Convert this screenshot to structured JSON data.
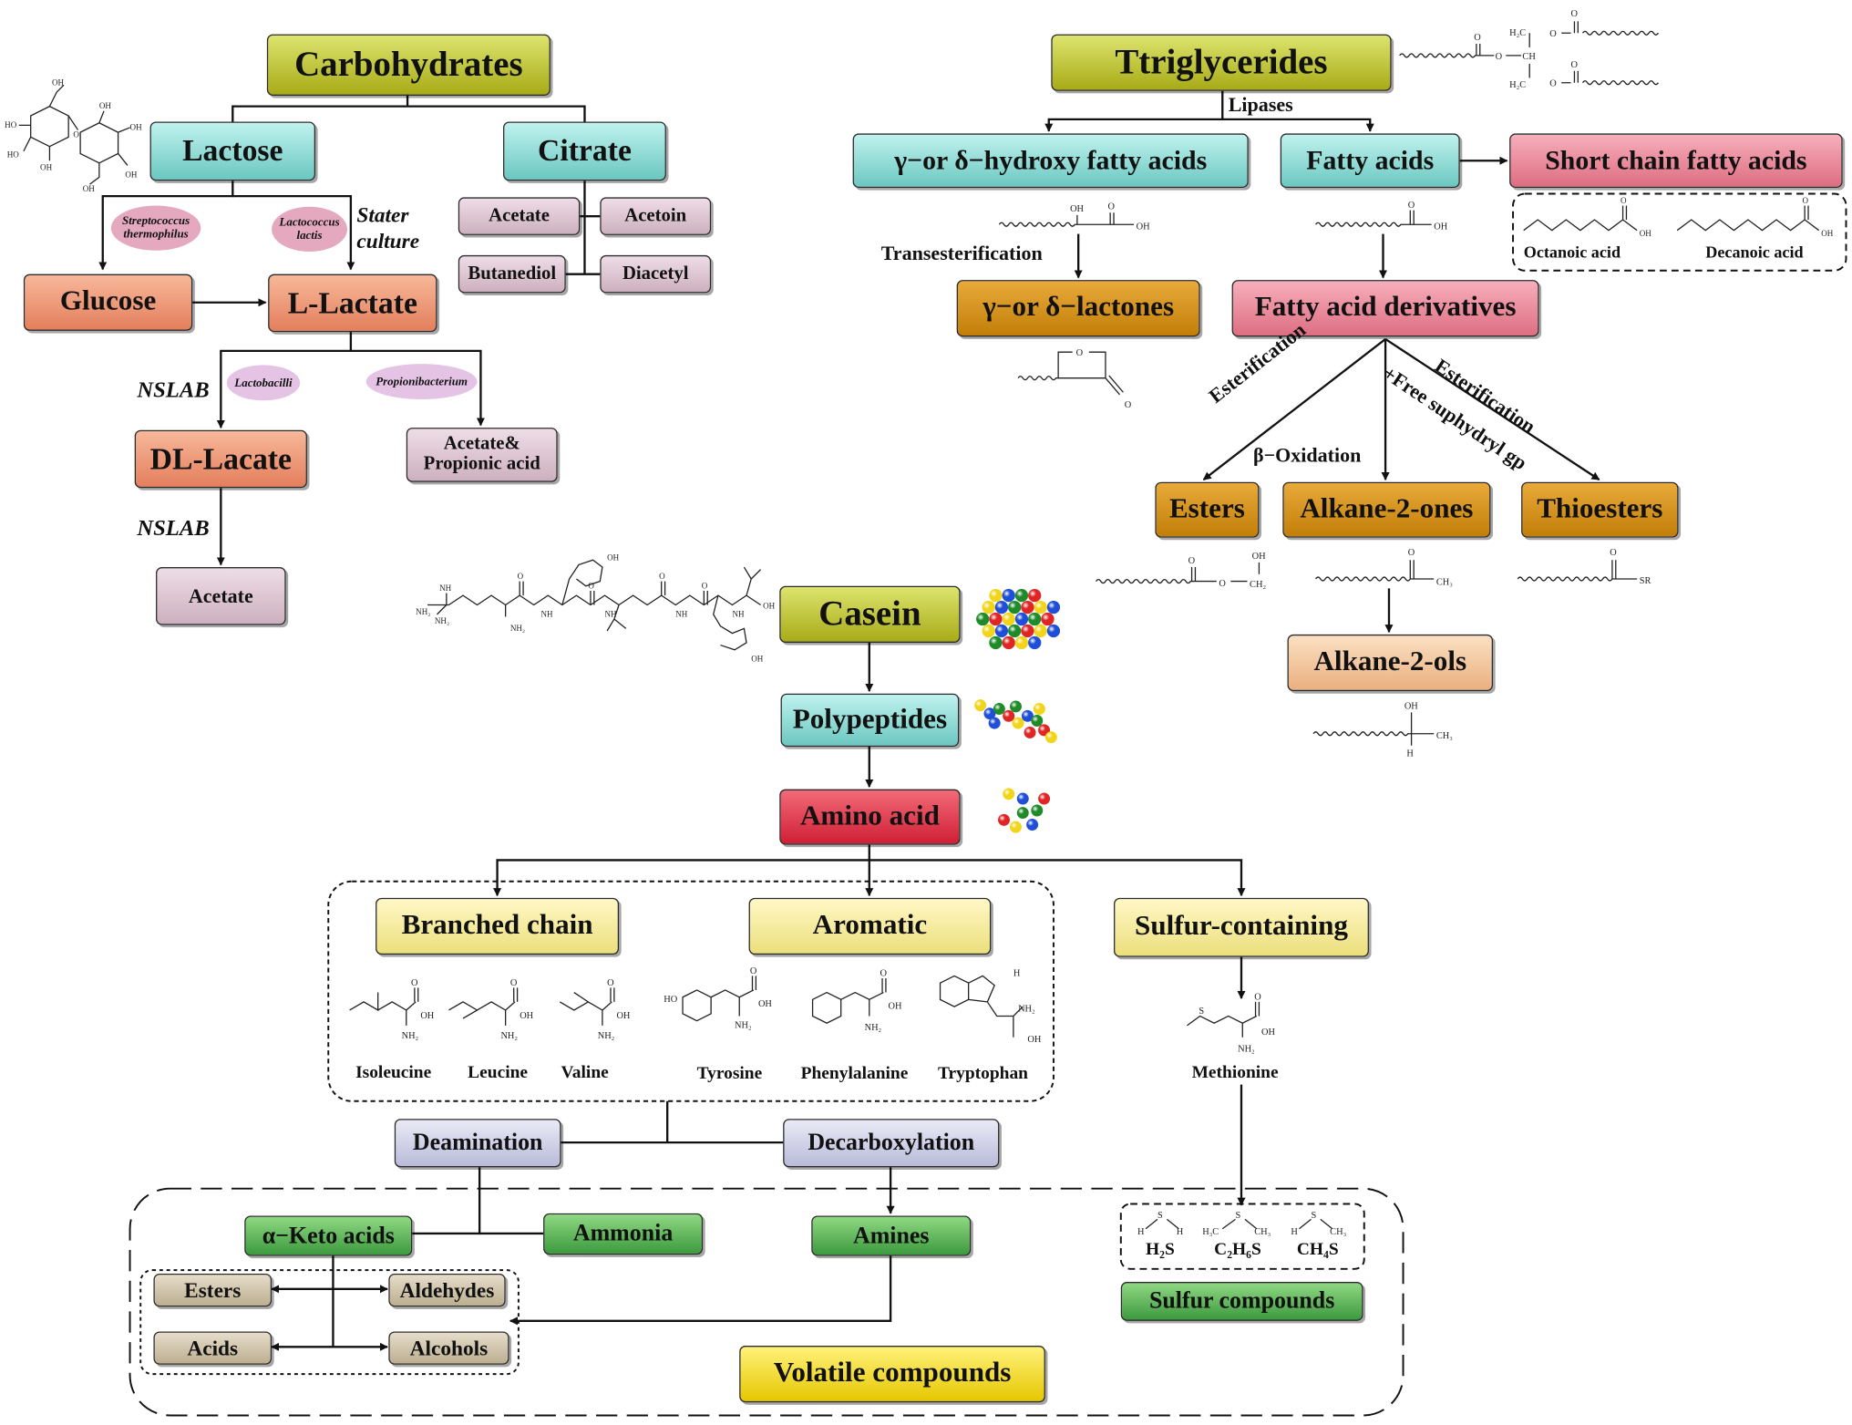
{
  "carbohydrates": {
    "root": "Carbohydrates",
    "lactose": "Lactose",
    "citrate": "Citrate",
    "citrate_products": [
      "Acetate",
      "Acetoin",
      "Butanediol",
      "Diacetyl"
    ],
    "bubble_streptococcus": "Streptococcus thermophilus",
    "bubble_lactococcus": "Lactococcus lactis",
    "stater_culture": "Stater culture",
    "glucose": "Glucose",
    "l_lactate": "L-Lactate",
    "nslab_1": "NSLAB",
    "nslab_2": "NSLAB",
    "bubble_lactobacilli": "Lactobacilli",
    "bubble_propionibacterium": "Propionibacterium",
    "dl_lactate": "DL-Lacate",
    "acetate_propionic": "Acetate& Propionic acid",
    "acetate": "Acetate"
  },
  "triglycerides": {
    "root": "Ttriglycerides",
    "lipases": "Lipases",
    "hydroxy_fatty_acids": "γ−or δ−hydroxy fatty acids",
    "fatty_acids": "Fatty acids",
    "short_chain": "Short  chain fatty acids",
    "octanoic": "Octanoic acid",
    "decanoic": "Decanoic acid",
    "transesterification": "Transesterification",
    "lactones": "γ−or δ−lactones",
    "derivatives": "Fatty acid derivatives",
    "esterification_left": "Esterification",
    "beta_oxidation": "β−Oxidation",
    "esterification_right": "Esterification",
    "free_sulphydryl": "+Free suphydryl gp",
    "esters": "Esters",
    "alkane_2_ones": "Alkane-2-ones",
    "thioesters": "Thioesters",
    "alkane_2_ols": "Alkane-2-ols"
  },
  "casein": {
    "root": "Casein",
    "polypeptides": "Polypeptides",
    "amino_acid": "Amino acid",
    "branched_chain": "Branched chain",
    "aromatic": "Aromatic",
    "sulfur_containing": "Sulfur-containing",
    "amino_names": [
      "Isoleucine",
      "Leucine",
      "Valine",
      "Tyrosine",
      "Phenylalanine",
      "Tryptophan"
    ],
    "methionine": "Methionine",
    "deamination": "Deamination",
    "decarboxylation": "Decarboxylation",
    "keto_acids": "α−Keto acids",
    "ammonia": "Ammonia",
    "amines": "Amines",
    "esters": "Esters",
    "aldehydes": "Aldehydes",
    "acids": "Acids",
    "alcohols": "Alcohols",
    "volatile_compounds": "Volatile compounds",
    "h2s": "H₂S",
    "c2h6s": "C₂H₆S",
    "ch4s": "CH₄S",
    "sulfur_compounds": "Sulfur compounds"
  },
  "structure_atoms": {
    "oh": "OH",
    "o": "O",
    "ho": "HO",
    "nh": "NH",
    "nh2": "NH₂",
    "h": "H",
    "s": "S",
    "sr": "SR",
    "ch2": "CH₂",
    "ch3": "CH₃",
    "ch": "CH",
    "h2c": "H₂C",
    "h3c": "H₃C"
  },
  "colors": {
    "olive": "#b9bd2a",
    "teal": "#86d6d0",
    "salmon": "#ec9472",
    "mauve": "#dcc4d1",
    "pink": "#e8899a",
    "gold": "#d39220",
    "peach": "#f3c79c",
    "red": "#e03b4d",
    "yellow": "#f5ec9a",
    "lavender": "#cfd1e8",
    "green": "#5db35a",
    "tan": "#d3c8ad",
    "volatile": "#f7dc2a",
    "bubble_pink": "#e5a9bf",
    "bubble_lilac": "#e4c3e5"
  }
}
